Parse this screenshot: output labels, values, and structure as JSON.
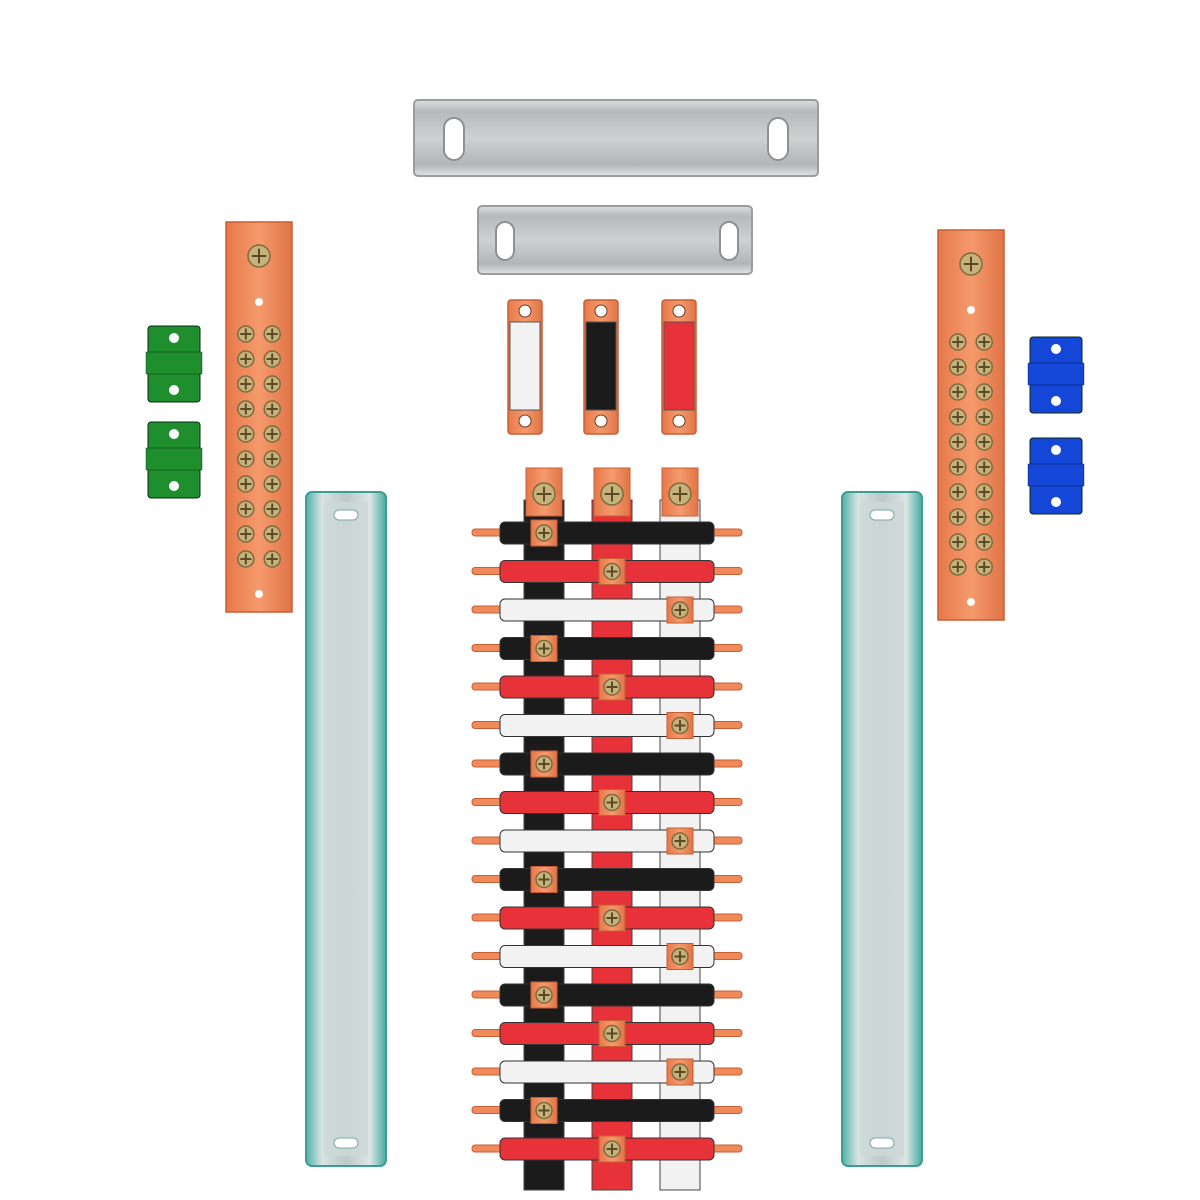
{
  "scene": {
    "description_free": true,
    "colors": {
      "background": "#ffffff",
      "copper": "#f08a5a",
      "copper_dark": "#c85f34",
      "aluminum": "#c9cacb",
      "aluminum_dark": "#9ea0a2",
      "din_rail_glass": "#b9d9d6",
      "din_rail_edge": "#3aa39a",
      "insulator_green": "#1f8f2e",
      "insulator_blue": "#1446d8",
      "phase_black": "#1b1b1b",
      "phase_red": "#e8323a",
      "phase_white": "#f2f2f2",
      "screw": "#c6b27a"
    },
    "items": {
      "aluminum_rails_horizontal": 2,
      "copper_bus_links": [
        "white",
        "black",
        "red"
      ],
      "ground_bus_bars": 2,
      "screws_per_ground_bus": 20,
      "green_insulators": 2,
      "blue_insulators": 2,
      "din_rails_vertical": 2,
      "comb_busbar_rows": [
        "black",
        "red",
        "white",
        "black",
        "red",
        "white",
        "black",
        "red",
        "white",
        "black",
        "red",
        "white",
        "black",
        "red",
        "white",
        "black",
        "red"
      ]
    }
  }
}
